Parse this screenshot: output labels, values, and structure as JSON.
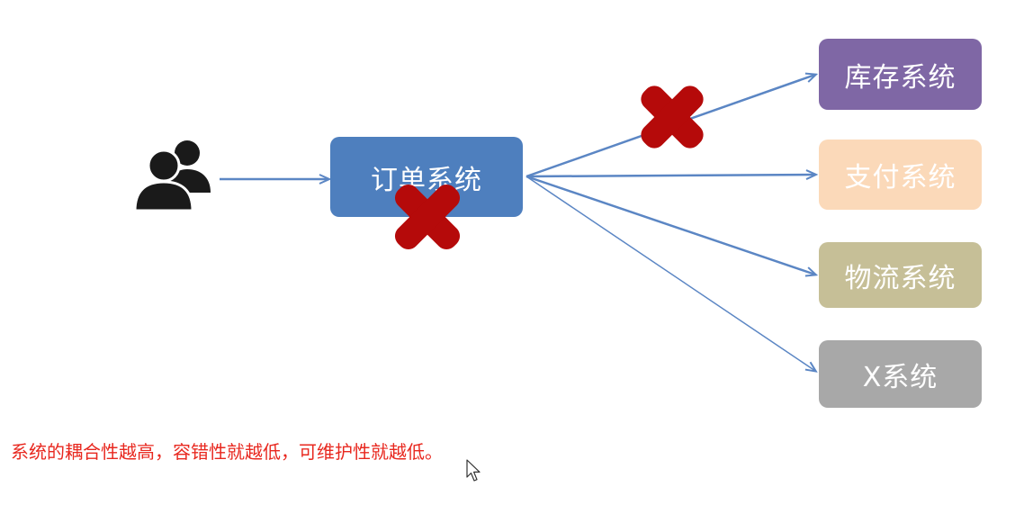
{
  "nodes": {
    "order": {
      "label": "订单系统",
      "color": "#4e7fbe"
    },
    "inventory": {
      "label": "库存系统",
      "color": "#7f67a5"
    },
    "payment": {
      "label": "支付系统",
      "color": "#fbd9b9"
    },
    "logistics": {
      "label": "物流系统",
      "color": "#c6bf97"
    },
    "x": {
      "label": "X系统",
      "color": "#a8a8a8"
    }
  },
  "caption": "系统的耦合性越高，容错性就越低，可维护性就越低。",
  "colors": {
    "arrow": "#5b86c4",
    "cross": "#b50a0a",
    "caption": "#e8281f",
    "users_icon": "#1a1a1a"
  },
  "icons": {
    "users": "users-icon",
    "cross": "cross-icon",
    "cursor": "mouse-cursor-icon"
  }
}
